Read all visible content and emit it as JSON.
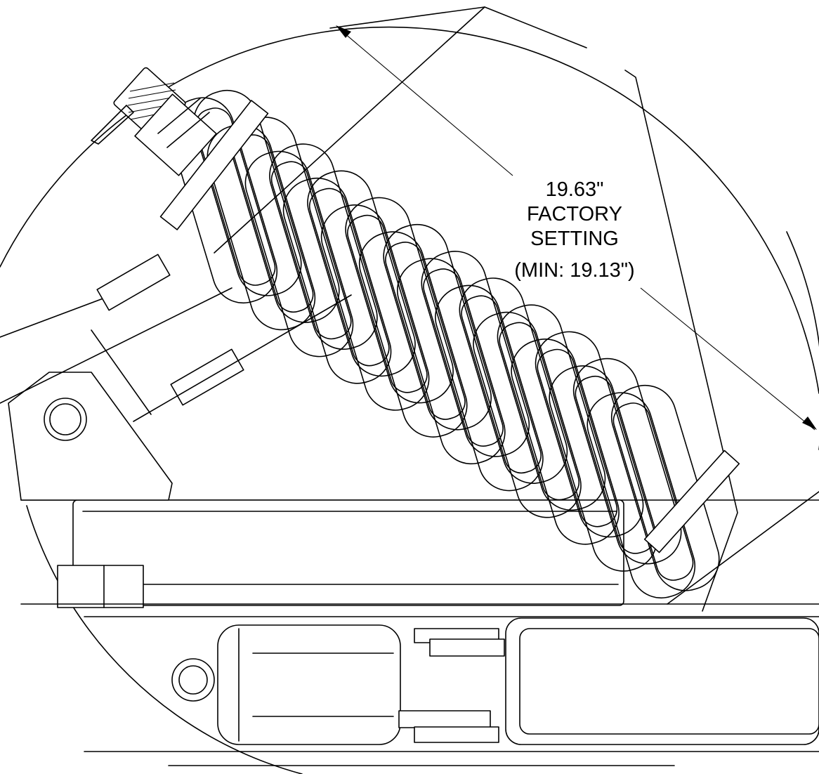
{
  "dimension": {
    "value": "19.63\"",
    "label_line1": "FACTORY",
    "label_line2": "SETTING",
    "minimum": "(MIN: 19.13\")"
  },
  "colors": {
    "line": "#000000",
    "background": "#ffffff"
  }
}
